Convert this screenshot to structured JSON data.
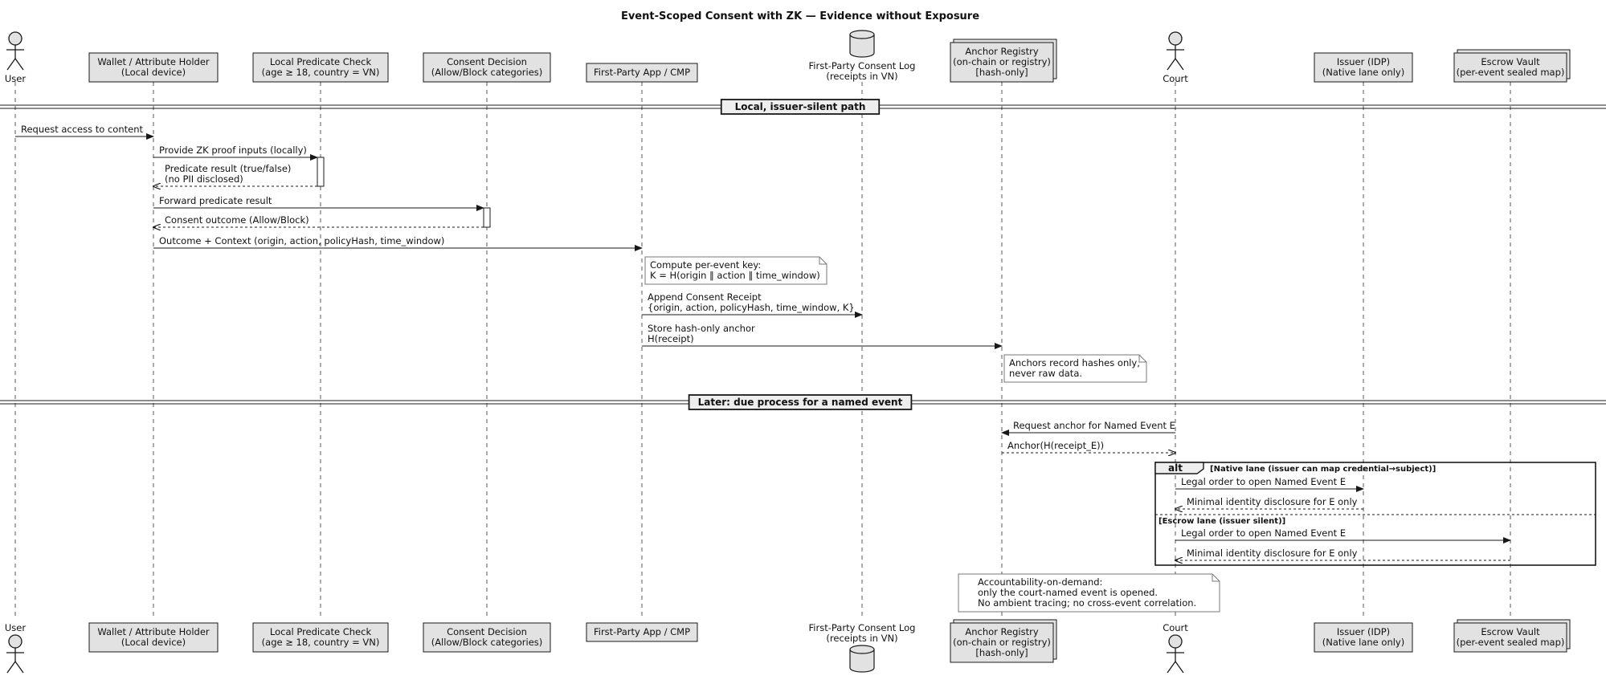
{
  "title": "Event-Scoped Consent with ZK — Evidence without Exposure",
  "participants": [
    {
      "name": "User",
      "kind": "actor"
    },
    {
      "name": "Wallet / Attribute Holder\n(Local device)",
      "kind": "box"
    },
    {
      "name": "Local Predicate Check\n(age ≥ 18, country = VN)",
      "kind": "box"
    },
    {
      "name": "Consent Decision\n(Allow/Block categories)",
      "kind": "box"
    },
    {
      "name": "First-Party App / CMP",
      "kind": "box"
    },
    {
      "name": "First-Party Consent Log\n(receipts in VN)",
      "kind": "database"
    },
    {
      "name": "Anchor Registry\n(on-chain or registry)\n[hash-only]",
      "kind": "collection"
    },
    {
      "name": "Court",
      "kind": "actor"
    },
    {
      "name": "Issuer (IDP)\n(Native lane only)",
      "kind": "box"
    },
    {
      "name": "Escrow Vault\n(per-event sealed map)",
      "kind": "collection"
    }
  ],
  "separators": [
    {
      "label": "Local, issuer-silent path"
    },
    {
      "label": "Later: due process for a named event"
    }
  ],
  "messages": [
    {
      "label": "Request access to content",
      "from": 0,
      "to": 1,
      "style": "solid"
    },
    {
      "label": "Provide ZK proof inputs (locally)",
      "from": 1,
      "to": 2,
      "style": "solid"
    },
    {
      "label": "Predicate result (true/false)\n(no PII disclosed)",
      "from": 2,
      "to": 1,
      "style": "dashed"
    },
    {
      "label": "Forward predicate result",
      "from": 1,
      "to": 3,
      "style": "solid"
    },
    {
      "label": "Consent outcome (Allow/Block)",
      "from": 3,
      "to": 1,
      "style": "dashed"
    },
    {
      "label": "Outcome + Context (origin, action, policyHash, time_window)",
      "from": 1,
      "to": 4,
      "style": "solid"
    },
    {
      "label": "Append Consent Receipt\n{origin, action, policyHash, time_window, K}",
      "from": 4,
      "to": 5,
      "style": "solid"
    },
    {
      "label": "Store hash-only anchor\nH(receipt)",
      "from": 4,
      "to": 6,
      "style": "solid"
    },
    {
      "label": "Request anchor for Named Event E",
      "from": 7,
      "to": 6,
      "style": "solid"
    },
    {
      "label": "Anchor(H(receipt_E))",
      "from": 6,
      "to": 7,
      "style": "dashed"
    },
    {
      "label": "Legal order to open Named Event E",
      "from": 7,
      "to": 8,
      "style": "solid"
    },
    {
      "label": "Minimal identity disclosure for E only",
      "from": 8,
      "to": 7,
      "style": "dashed"
    },
    {
      "label": "Legal order to open Named Event E",
      "from": 7,
      "to": 9,
      "style": "solid"
    },
    {
      "label": "Minimal identity disclosure for E only",
      "from": 9,
      "to": 7,
      "style": "dashed"
    }
  ],
  "notes": [
    {
      "text": "Compute per-event key:\nK = H(origin ‖ action ‖ time_window)"
    },
    {
      "text": "Anchors record hashes only,\nnever raw data."
    },
    {
      "text": "Accountability-on-demand:\nonly the court-named event is opened.\nNo ambient tracing; no cross-event correlation."
    }
  ],
  "alt": {
    "keyword": "alt",
    "guards": [
      "[Native lane (issuer can map credential→subject)]",
      "[Escrow lane (issuer silent)]"
    ]
  },
  "colors": {
    "box_fill": "#e2e2e2",
    "stroke": "#181818",
    "lifeline": "#555555",
    "note_fill": "#ffffff",
    "background": "#ffffff"
  }
}
